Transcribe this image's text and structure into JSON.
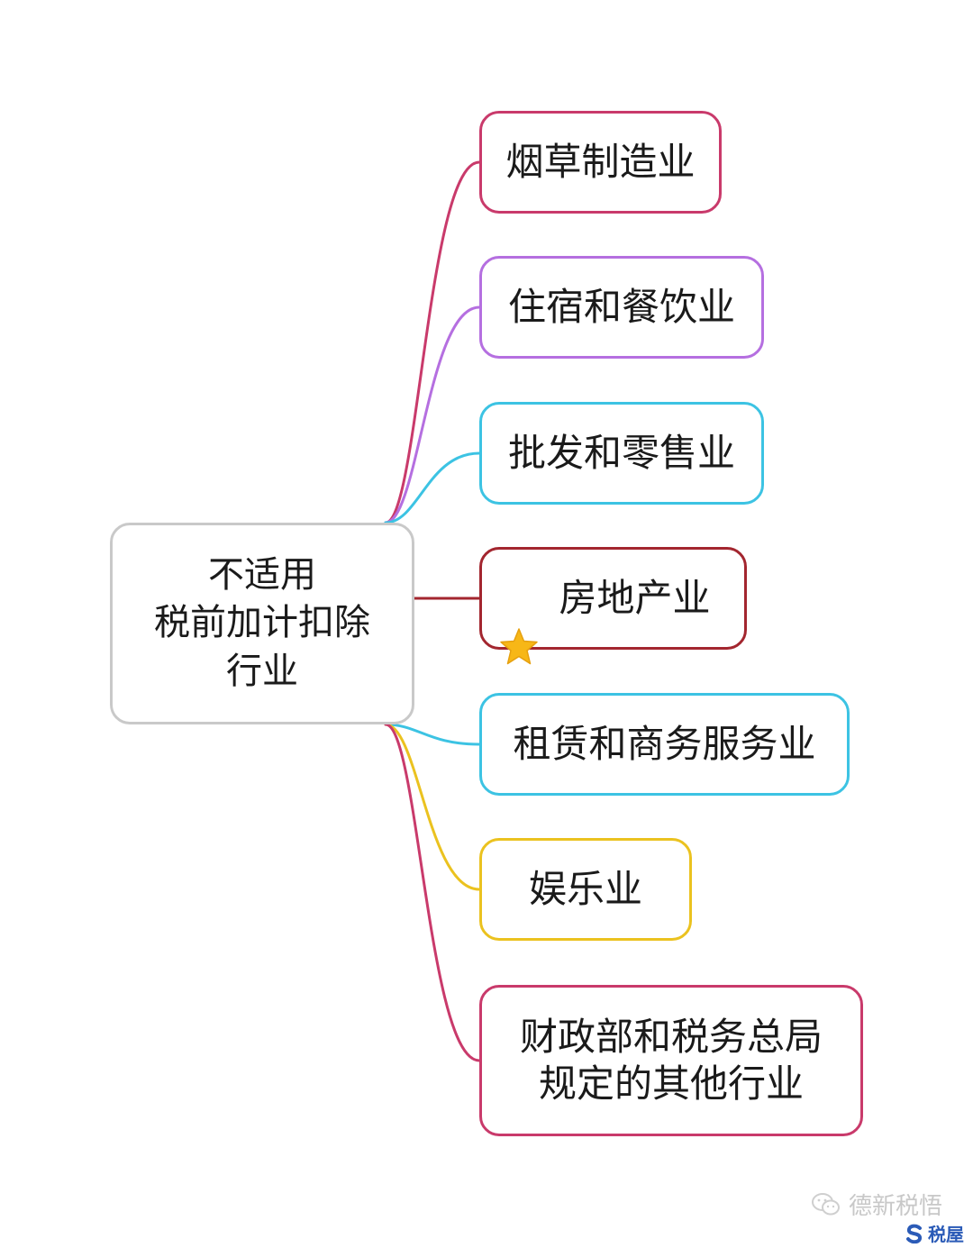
{
  "root": {
    "label": "不适用\n税前加计扣除\n行业"
  },
  "branches": [
    {
      "label": "烟草制造业",
      "color": "#c93a6b",
      "starred": false
    },
    {
      "label": "住宿和餐饮业",
      "color": "#b56fe0",
      "starred": false
    },
    {
      "label": "批发和零售业",
      "color": "#3cc3e3",
      "starred": false
    },
    {
      "label": "房地产业",
      "color": "#a3262f",
      "starred": true
    },
    {
      "label": "租赁和商务服务业",
      "color": "#3cc3e3",
      "starred": false
    },
    {
      "label": "娱乐业",
      "color": "#ebc21f",
      "starred": false
    },
    {
      "label": "财政部和税务总局\n规定的其他行业",
      "color": "#c93a6b",
      "starred": false
    }
  ],
  "icons": {
    "star": "star-icon",
    "watermark": "wechat-icon",
    "brand": "shuiwu-logo-icon"
  },
  "watermark": {
    "text": "德新税悟"
  },
  "brand": {
    "text": "税屋"
  }
}
